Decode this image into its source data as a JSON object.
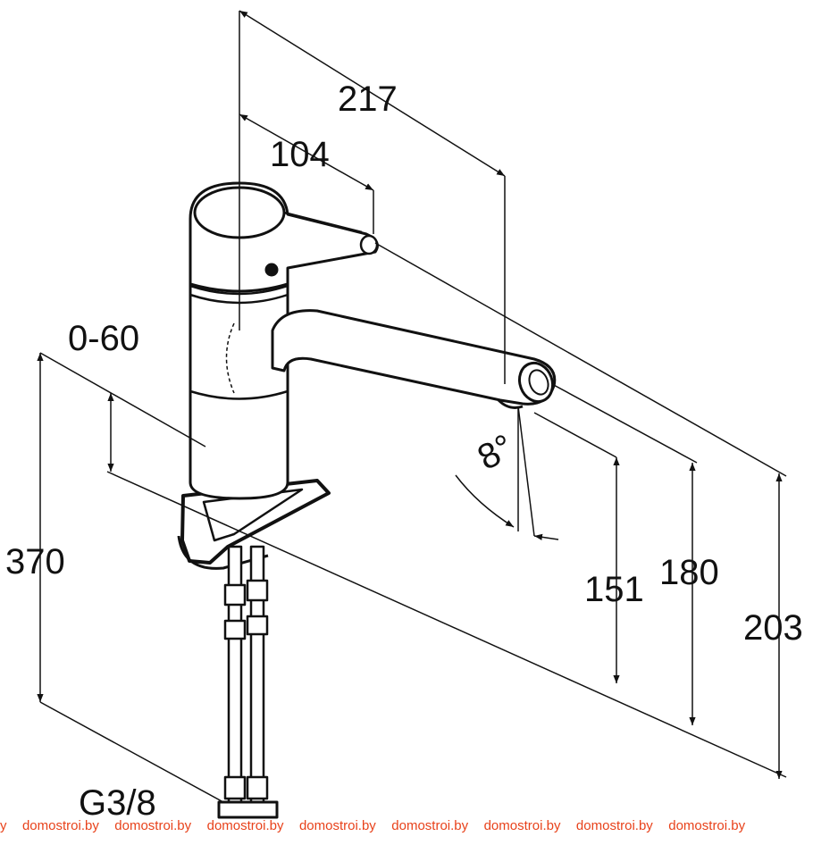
{
  "drawing": {
    "dimensions": {
      "total_reach": "217",
      "lever_reach": "104",
      "adjustment_range": "0-60",
      "supply_hose_length": "370",
      "connection_thread": "G3/8",
      "spout_angle": "8°",
      "outlet_height": "151",
      "spout_height": "180",
      "total_height": "203"
    }
  },
  "watermark": {
    "text": "domostroi.by",
    "color": "#e8421b",
    "leading_fragment": "y"
  }
}
